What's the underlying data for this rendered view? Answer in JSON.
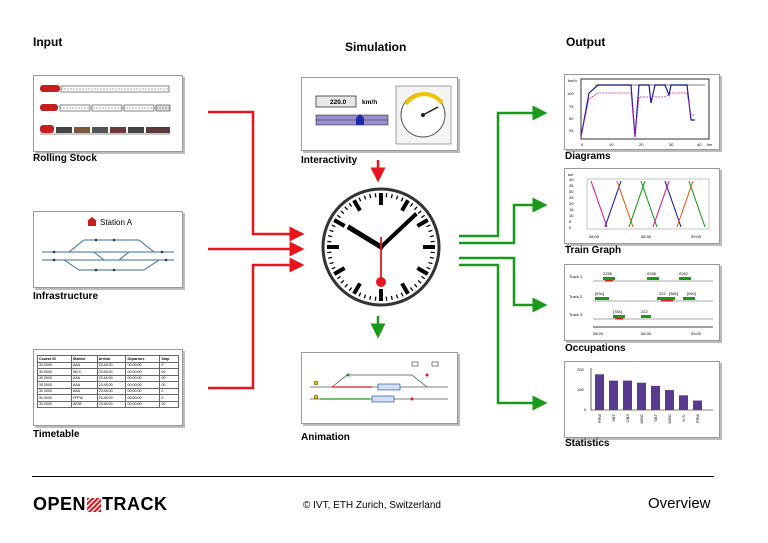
{
  "headers": {
    "input": "Input",
    "simulation": "Simulation",
    "output": "Output"
  },
  "inputs": {
    "rolling_stock": "Rolling Stock",
    "infrastructure": "Infrastructure",
    "infrastructure_station": "Station A",
    "timetable": "Timetable"
  },
  "timetable": {
    "columns": [
      "Course ID",
      "Station",
      "Arrival",
      "Departure",
      "Stop"
    ],
    "rows": [
      [
        "30 0000",
        "AAA",
        "23:45:00",
        "00:00:00",
        "0"
      ],
      [
        "30 0000",
        "WCC",
        "23:45:00",
        "00:00:00",
        "00"
      ],
      [
        "30 0000",
        "AAA",
        "23:45:00",
        "00:00:00",
        "00"
      ],
      [
        "30 0000",
        "AAA",
        "23:45:00",
        "00:00:00",
        "00"
      ],
      [
        "30 0000",
        "AAA",
        "23:45:00",
        "00:00:00",
        "0"
      ],
      [
        "30 0000",
        "FFFW",
        "23:45:00",
        "00:00:00",
        "0"
      ],
      [
        "30 0000",
        "WGB",
        "23:45:00",
        "00:00:00",
        "00"
      ]
    ]
  },
  "simulation": {
    "interactivity": "Interactivity",
    "speed_value": "220.0",
    "speed_unit": "km/h",
    "animation": "Animation"
  },
  "outputs": {
    "diagrams": "Diagrams",
    "train_graph": "Train Graph",
    "occupations": "Occupations",
    "statistics": "Statistics",
    "diagram_y_unit": "km/h",
    "diagram_x_unit": "km",
    "diagram_x_ticks": [
      "0",
      "10",
      "20",
      "30",
      "40"
    ],
    "diagram_y_ticks": [
      "100",
      "75",
      "50",
      "25"
    ],
    "graph_y_unit": "km",
    "graph_y_ticks": [
      "40",
      "35",
      "30",
      "25",
      "20",
      "15",
      "10",
      "5",
      "0"
    ],
    "graph_x_ticks": [
      "08:00",
      "08:30",
      "09:00"
    ],
    "occupation_tracks": [
      "Track 1",
      "Track 2",
      "Track 3"
    ],
    "occupation_x_ticks": [
      "08:00",
      "08:30",
      "09:00"
    ],
    "occupation_labels": [
      "2255",
      "2258",
      "2262",
      "[934]",
      "[984]",
      "222",
      "[784]",
      "[952]",
      "222"
    ],
    "stats_y_ticks": [
      "200",
      "100",
      "0"
    ],
    "stats_categories": [
      "FRW",
      "SBT",
      "OBS",
      "WBG",
      "SBT",
      "WBG",
      "N.S.",
      "FRW"
    ]
  },
  "footer": {
    "logo_left": "OPEN",
    "logo_right": "TRACK",
    "credit": "© IVT, ETH Zurich, Switzerland",
    "page_title": "Overview"
  },
  "colors": {
    "red_arrow": "#e8141e",
    "green_arrow": "#1a9a1a",
    "clock_red": "#e8141e"
  },
  "chart_data": [
    {
      "type": "bar",
      "title": "",
      "categories": [
        "FRW",
        "SBT",
        "OBS",
        "WBG",
        "SBT",
        "WBG",
        "N.S.",
        "FRW"
      ],
      "values": [
        170,
        140,
        140,
        130,
        115,
        95,
        70,
        45
      ],
      "ylim": [
        0,
        200
      ]
    }
  ]
}
